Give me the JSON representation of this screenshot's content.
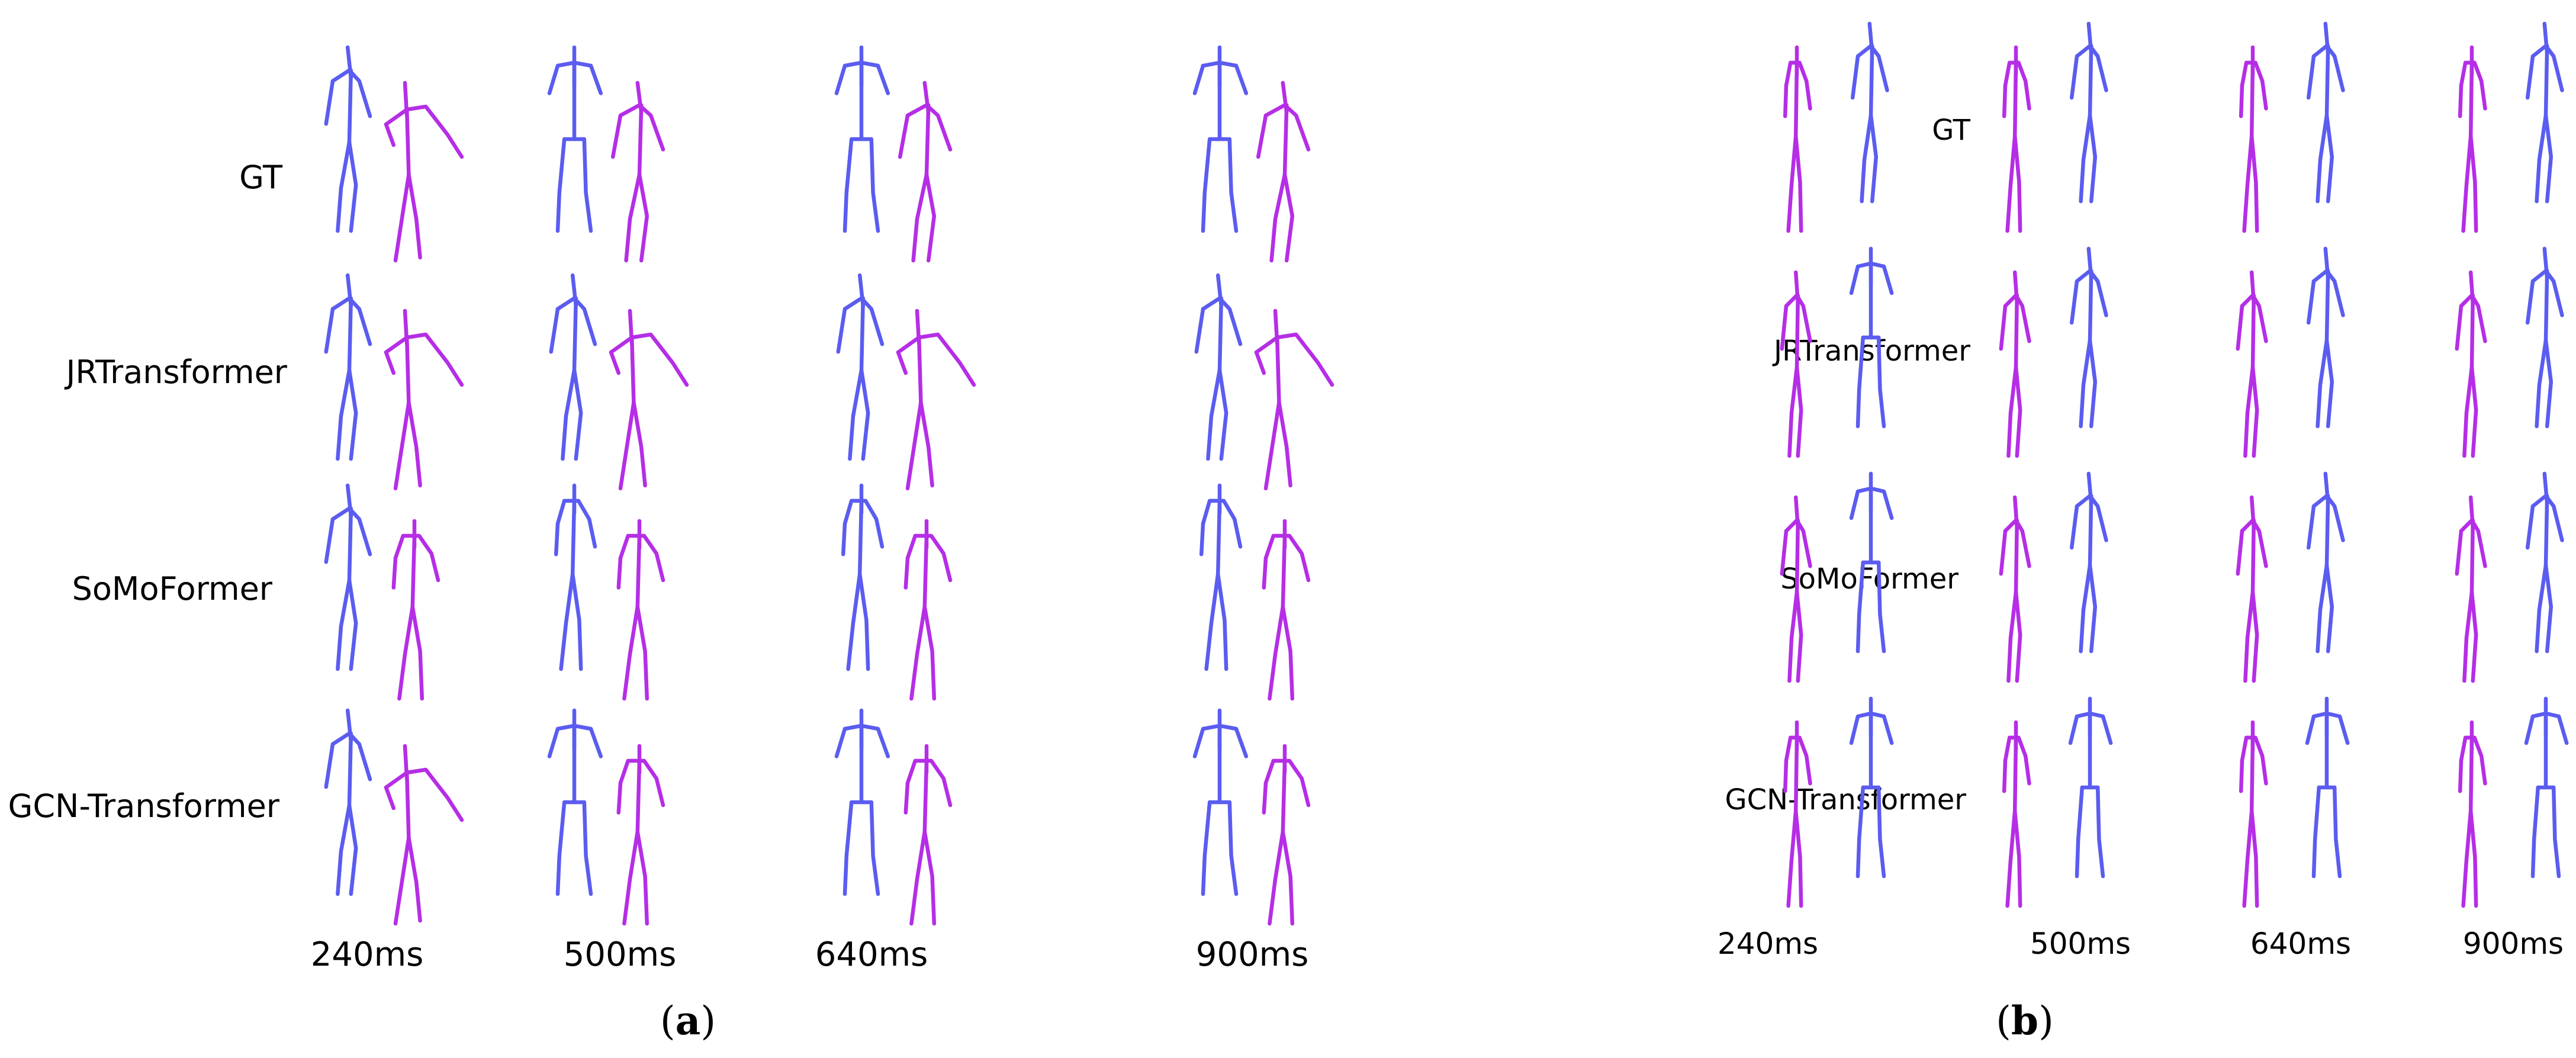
{
  "colors": {
    "person_a": "#5b5cf0",
    "person_b": "#b52ee6",
    "text": "#000000"
  },
  "panels": [
    {
      "id": "a",
      "caption_letter": "a",
      "rows": [
        "GT",
        "JRTransformer",
        "SoMoFormer",
        "GCN-Transformer"
      ],
      "times": [
        "240ms",
        "500ms",
        "640ms",
        "900ms"
      ]
    },
    {
      "id": "b",
      "caption_letter": "b",
      "rows": [
        "GT",
        "JRTransformer",
        "SoMoFormer",
        "GCN-Transformer"
      ],
      "times": [
        "240ms",
        "500ms",
        "640ms",
        "900ms"
      ]
    }
  ]
}
